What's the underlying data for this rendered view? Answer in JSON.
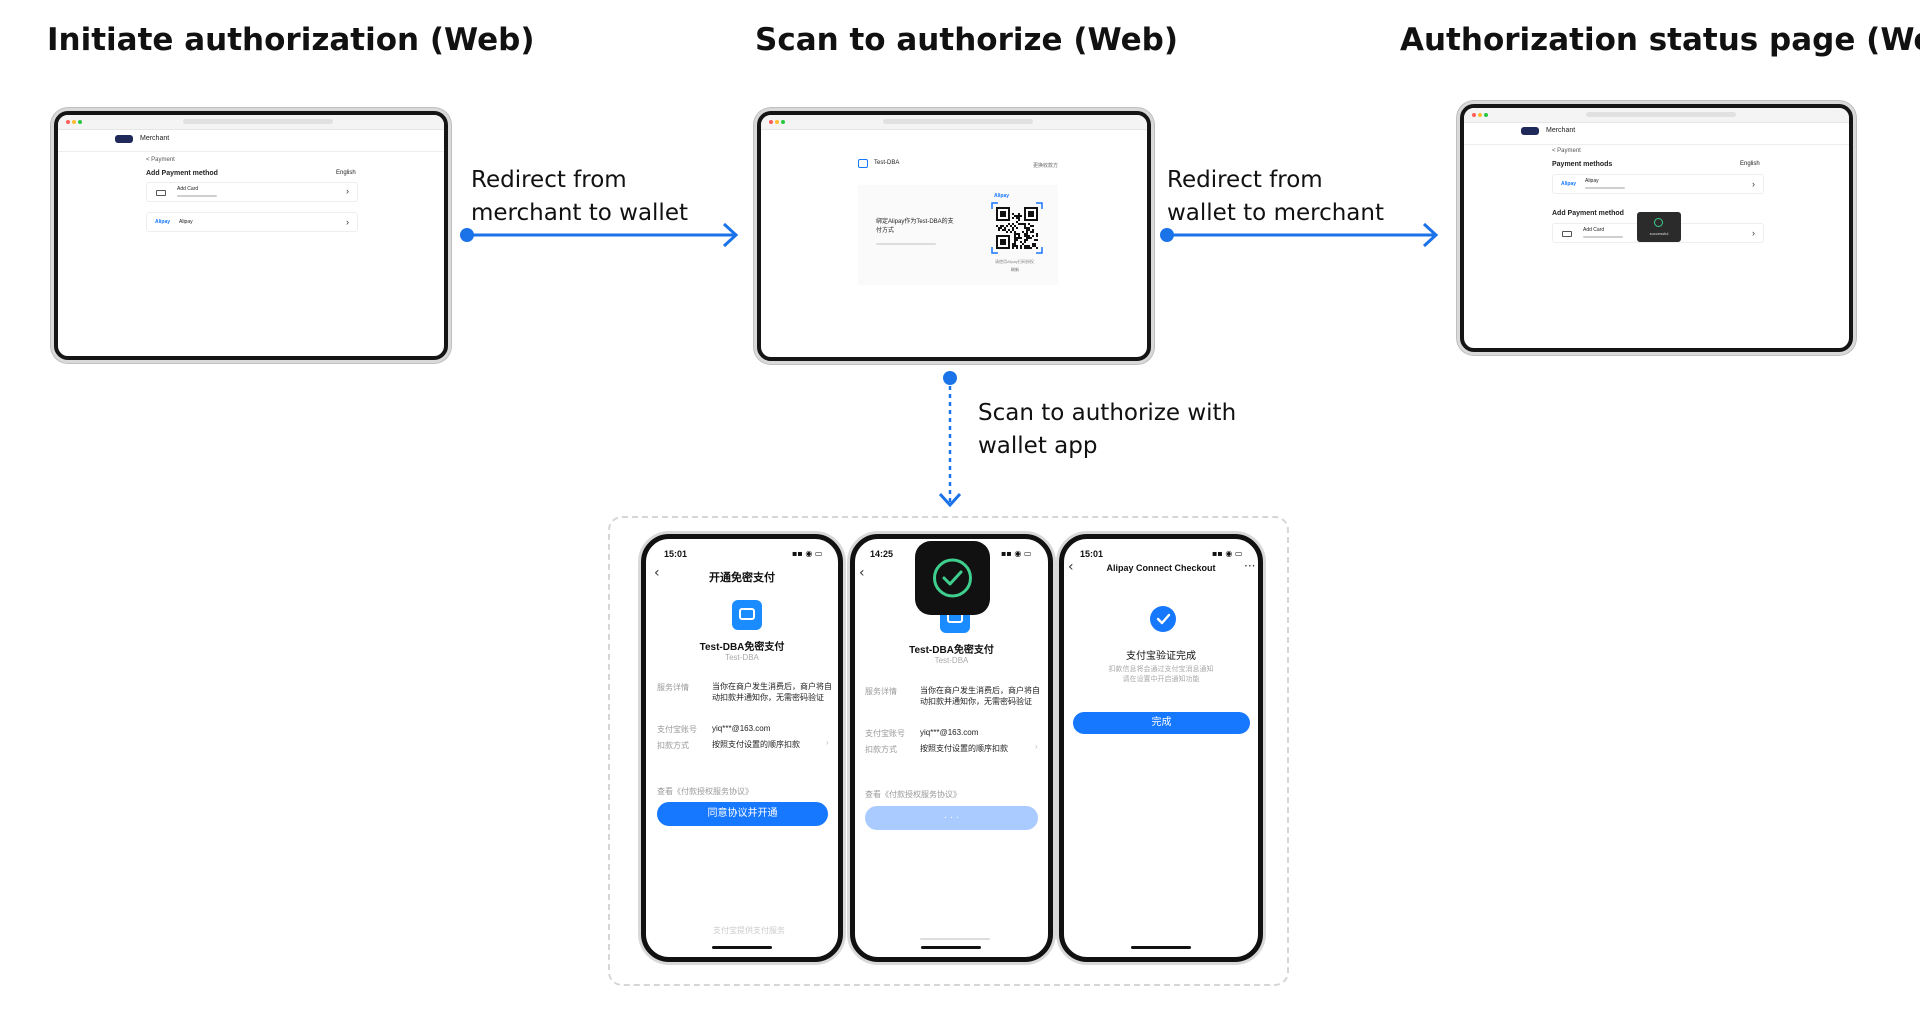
{
  "stages": {
    "initiate": {
      "title": "Initiate authorization (Web)"
    },
    "scan": {
      "title": "Scan to authorize (Web)"
    },
    "status": {
      "title": "Authorization status page (Web)"
    }
  },
  "arrows": {
    "merchant_to_wallet": {
      "line1": "Redirect from",
      "line2": "merchant to wallet"
    },
    "wallet_to_merchant": {
      "line1": "Redirect from",
      "line2": "wallet to merchant"
    },
    "scan_with_app": {
      "line1": "Scan to authorize with",
      "line2": "wallet app"
    }
  },
  "screen_initiate": {
    "brand": "Merchant",
    "back_label": "< Payment",
    "heading": "Add Payment method",
    "language": "English",
    "rows": [
      {
        "label": "Add Card"
      },
      {
        "badge": "Alipay",
        "label": "Alipay"
      }
    ]
  },
  "screen_scan": {
    "merchant": "Test-DBA",
    "top_right": "更换收款方",
    "prompt": "绑定Alipay作为Test-DBA的支付方式",
    "wallet_badge": "Alipay",
    "scan_hint": "请使用Alipay扫码授权",
    "scan_hint2": "刷新"
  },
  "screen_status": {
    "brand": "Merchant",
    "back_label": "< Payment",
    "section1": "Payment methods",
    "language": "English",
    "rows1": [
      {
        "badge": "Alipay",
        "label": "Alipay"
      }
    ],
    "section2": "Add Payment method",
    "rows2": [
      {
        "label": "Add Card"
      }
    ],
    "toast": "successful"
  },
  "phone1": {
    "time": "15:01",
    "title": "开通免密支付",
    "merchant_name": "Test-DBA免密支付",
    "merchant_sub": "Test-DBA",
    "detail_label": "服务详情",
    "detail_value": "当你在商户发生消费后，商户将自动扣款并通知你，无需密码验证",
    "account_label": "支付宝账号",
    "account_value": "yiq***@163.com",
    "method_label": "扣款方式",
    "method_value": "按照支付设置的顺序扣款",
    "agreement": "查看《付款授权服务协议》",
    "button": "同意协议并开通",
    "footer": "支付宝提供支付服务"
  },
  "phone2": {
    "time": "14:25",
    "merchant_name": "Test-DBA免密支付",
    "merchant_sub": "Test-DBA",
    "detail_label": "服务详情",
    "detail_value": "当你在商户发生消费后，商户将自动扣款并通知你，无需密码验证",
    "account_label": "支付宝账号",
    "account_value": "yiq***@163.com",
    "method_label": "扣款方式",
    "method_value": "按照支付设置的顺序扣款",
    "agreement": "查看《付款授权服务协议》",
    "button": "· · ·"
  },
  "phone3": {
    "time": "15:01",
    "title": "Alipay Connect Checkout",
    "success_title": "支付宝验证完成",
    "success_desc1": "扣款信息将会通过支付宝消息通知",
    "success_desc2": "请在设置中开启通知功能",
    "button": "完成"
  },
  "colors": {
    "arrow_blue": "#1a73e8",
    "button_blue": "#1677ff",
    "button_disabled": "#a9cbff",
    "toast_bg": "#2b2b2b"
  },
  "icons": [
    "arrow-right-icon",
    "qr-code-icon",
    "store-icon",
    "check-circle-icon",
    "chevron-right-icon",
    "card-icon"
  ]
}
